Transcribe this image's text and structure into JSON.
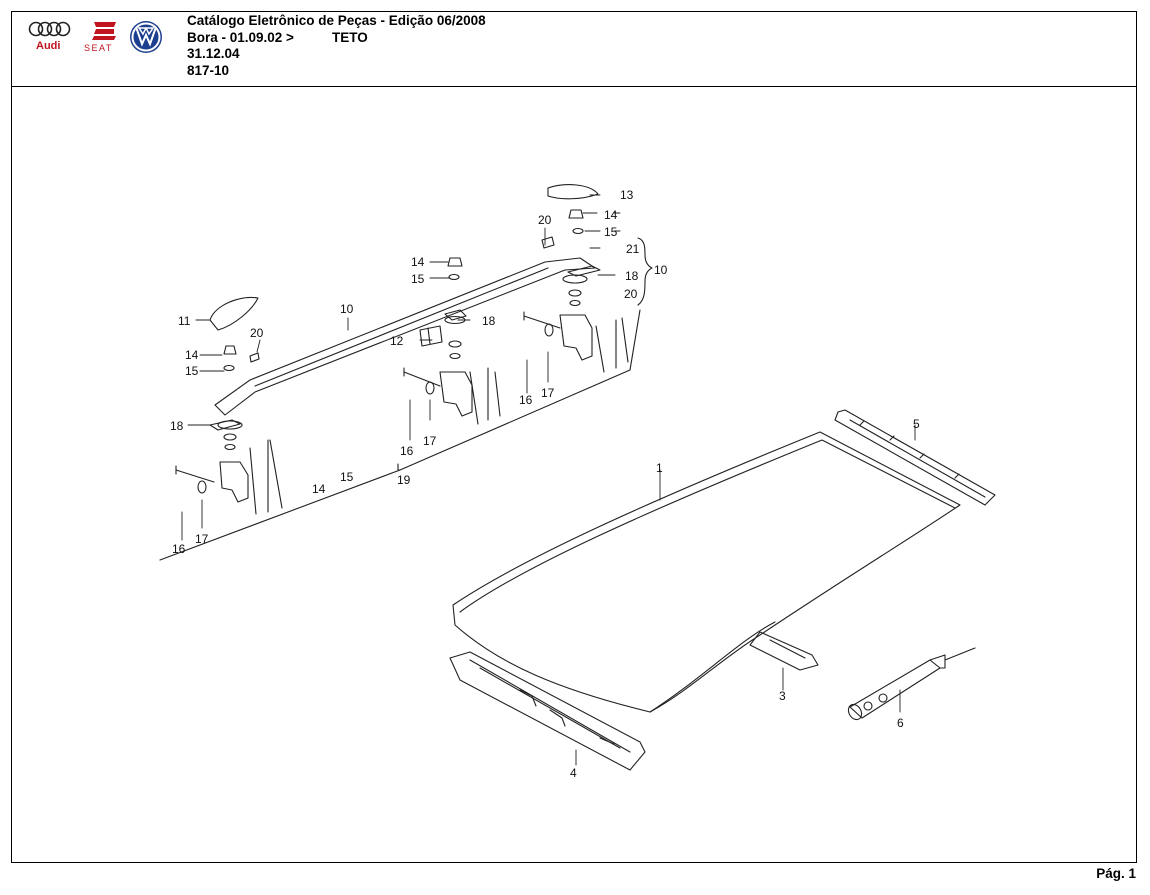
{
  "header": {
    "title": "Catálogo Eletrônico de Peças - Edição 06/2008",
    "model_range": "Bora - 01.09.02 >",
    "section": "TETO",
    "end_date": "31.12.04",
    "group_code": "817-10"
  },
  "logos": {
    "audi": "Audi",
    "seat": "SEAT"
  },
  "callouts": [
    "1",
    "3",
    "4",
    "5",
    "6",
    "10",
    "11",
    "12",
    "13",
    "14",
    "15",
    "16",
    "17",
    "18",
    "19",
    "20",
    "21"
  ],
  "footer": {
    "page_label": "Pág. 1"
  }
}
